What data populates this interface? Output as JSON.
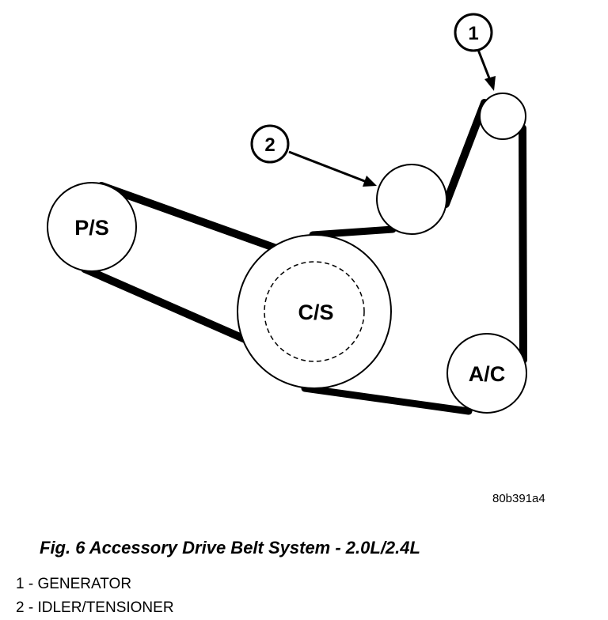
{
  "diagram": {
    "pulleys": {
      "ps": "P/S",
      "cs": "C/S",
      "ac": "A/C"
    },
    "callouts": [
      "1",
      "2"
    ],
    "ref_code": "80b391a4"
  },
  "caption": "Fig. 6 Accessory Drive Belt System - 2.0L/2.4L",
  "legend": [
    "1 - GENERATOR",
    "2 - IDLER/TENSIONER"
  ]
}
